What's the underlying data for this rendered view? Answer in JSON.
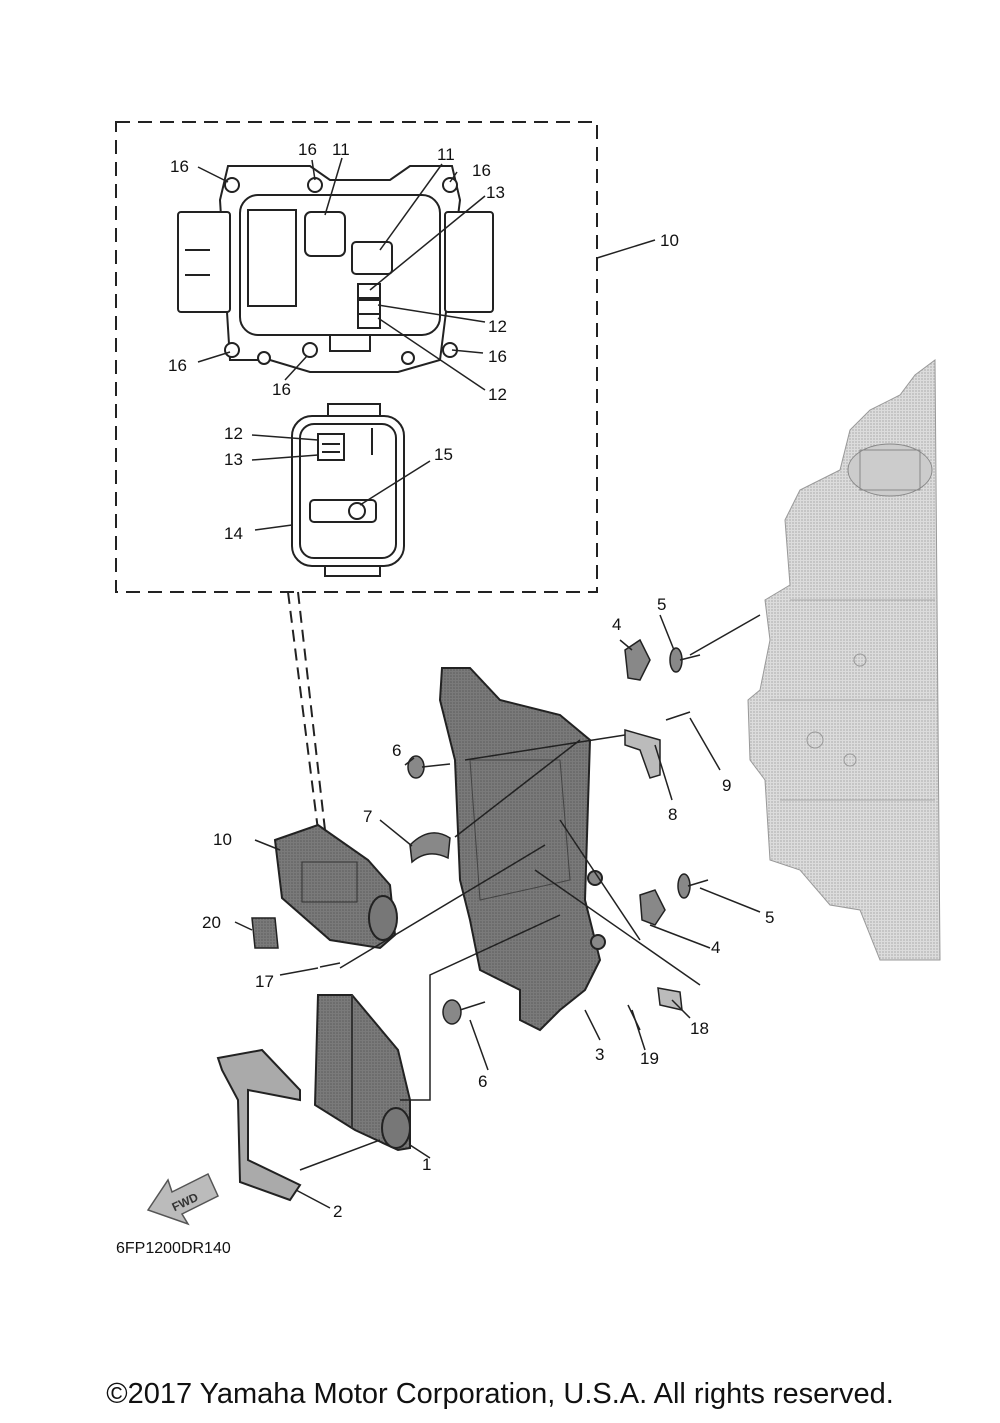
{
  "diagram_code": "6FP1200DR140",
  "copyright": "©2017 Yamaha Motor Corporation, U.S.A. All rights reserved.",
  "fwd_arrow_text": "FWD",
  "callouts": {
    "c1": "1",
    "c2": "2",
    "c3": "3",
    "c4a": "4",
    "c4b": "4",
    "c5a": "5",
    "c5b": "5",
    "c6a": "6",
    "c6b": "6",
    "c7": "7",
    "c8": "8",
    "c9": "9",
    "c10_inset": "10",
    "c10_main": "10",
    "c11a": "11",
    "c11b": "11",
    "c12a": "12",
    "c12b": "12",
    "c12c": "12",
    "c13a": "13",
    "c13b": "13",
    "c14": "14",
    "c15": "15",
    "c16a": "16",
    "c16b": "16",
    "c16c": "16",
    "c16d": "16",
    "c16e": "16",
    "c16f": "16",
    "c17": "17",
    "c18": "18",
    "c19": "19",
    "c20": "20"
  },
  "colors": {
    "line": "#222222",
    "part_fill": "#6d6d6d",
    "engine_fill": "#c9c9c9"
  }
}
